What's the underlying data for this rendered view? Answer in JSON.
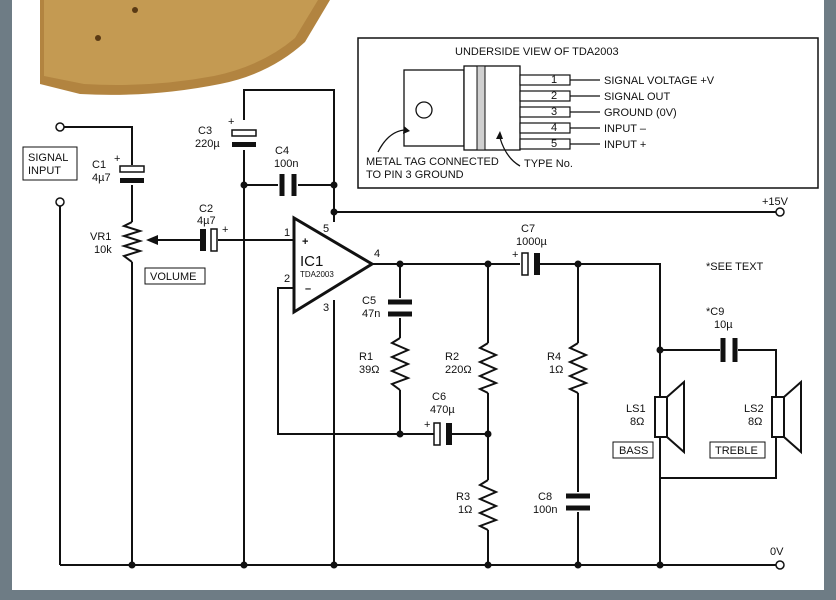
{
  "diagram": {
    "rails": {
      "positive": "+15V",
      "ground": "0V"
    },
    "input": {
      "label_line1": "SIGNAL",
      "label_line2": "INPUT"
    },
    "volume_label": "VOLUME",
    "see_text": "*SEE TEXT",
    "ic": {
      "name": "IC1",
      "part": "TDA2003",
      "pin1": "1",
      "pin2": "2",
      "pin3": "3",
      "pin4": "4",
      "pin5": "5",
      "plus": "+",
      "minus": "–"
    },
    "components": {
      "C1": {
        "name": "C1",
        "value": "4µ7"
      },
      "VR1": {
        "name": "VR1",
        "value": "10k"
      },
      "C2": {
        "name": "C2",
        "value": "4µ7"
      },
      "C3": {
        "name": "C3",
        "value": "220µ"
      },
      "C4": {
        "name": "C4",
        "value": "100n"
      },
      "C5": {
        "name": "C5",
        "value": "47n"
      },
      "R1": {
        "name": "R1",
        "value": "39Ω"
      },
      "R2": {
        "name": "R2",
        "value": "220Ω"
      },
      "R3": {
        "name": "R3",
        "value": "1Ω"
      },
      "C6": {
        "name": "C6",
        "value": "470µ"
      },
      "C7": {
        "name": "C7",
        "value": "1000µ"
      },
      "R4": {
        "name": "R4",
        "value": "1Ω"
      },
      "C8": {
        "name": "C8",
        "value": "100n"
      },
      "C9": {
        "name": "*C9",
        "value": "10µ"
      },
      "LS1": {
        "name": "LS1",
        "value": "8Ω",
        "role": "BASS"
      },
      "LS2": {
        "name": "LS2",
        "value": "8Ω",
        "role": "TREBLE"
      }
    },
    "inset": {
      "title": "UNDERSIDE VIEW OF TDA2003",
      "pins": [
        {
          "num": "1",
          "label": "SIGNAL VOLTAGE +V"
        },
        {
          "num": "2",
          "label": "SIGNAL OUT"
        },
        {
          "num": "3",
          "label": "GROUND (0V)"
        },
        {
          "num": "4",
          "label": "INPUT –"
        },
        {
          "num": "5",
          "label": "INPUT +"
        }
      ],
      "tag_note_line1": "METAL TAG CONNECTED",
      "tag_note_line2": "TO PIN 3 GROUND",
      "type_note": "TYPE No."
    }
  }
}
